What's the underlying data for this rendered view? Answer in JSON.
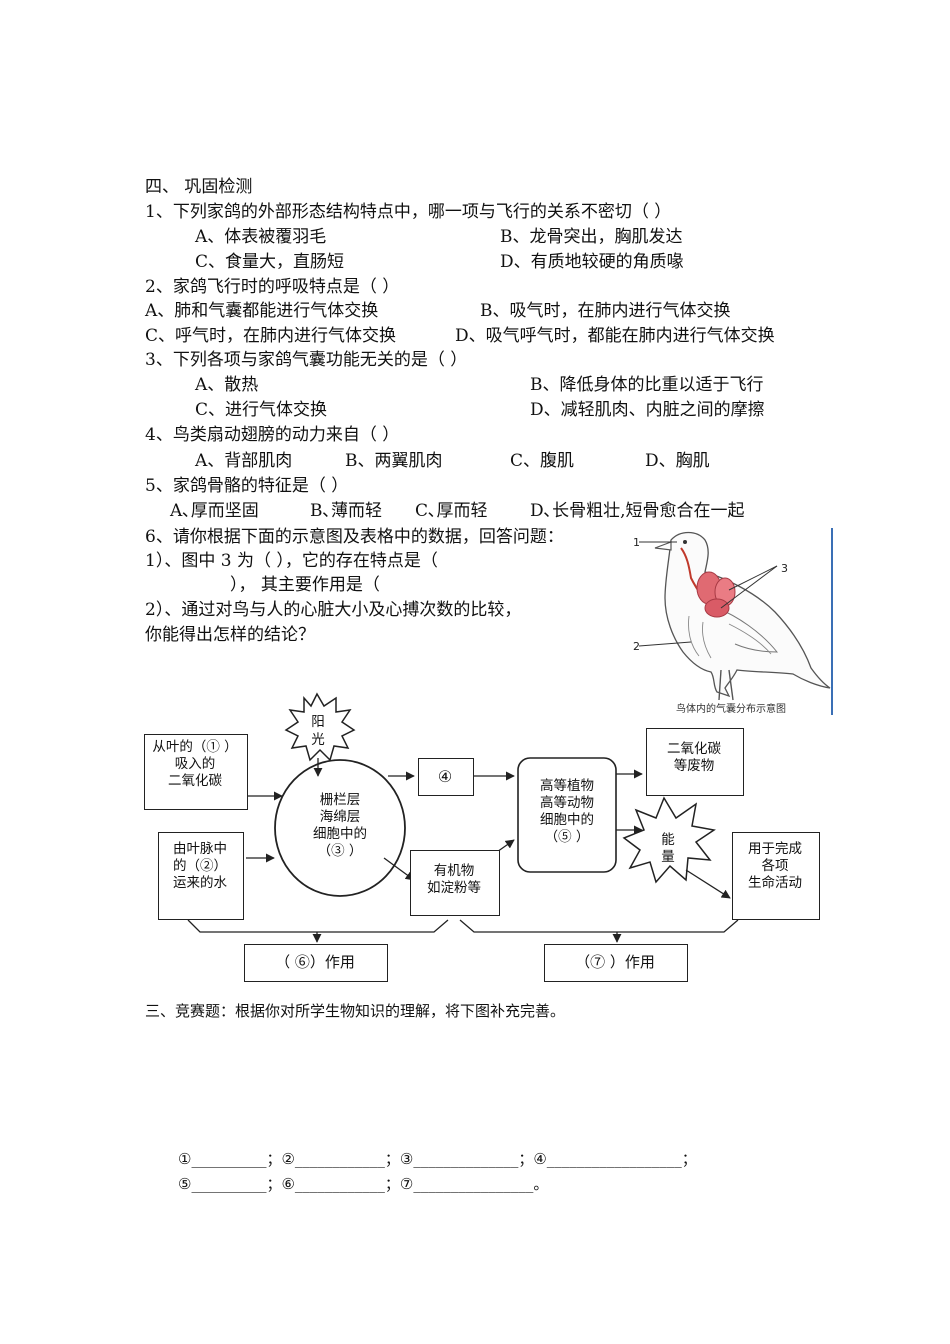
{
  "section4": {
    "heading": "四、  巩固检测",
    "q1": {
      "stem": "1、下列家鸽的外部形态结构特点中，哪一项与飞行的关系不密切（     ）",
      "a": "A、体表被覆羽毛",
      "b": "B、龙骨突出，胸肌发达",
      "c": "C、食量大，直肠短",
      "d": "D、有质地较硬的角质喙"
    },
    "q2": {
      "stem": "2、家鸽飞行时的呼吸特点是（      ）",
      "a": "A、肺和气囊都能进行气体交换",
      "b": "B、吸气时，在肺内进行气体交换",
      "c": "C、呼气时，在肺内进行气体交换",
      "d": "D、吸气呼气时，都能在肺内进行气体交换"
    },
    "q3": {
      "stem": "3、下列各项与家鸽气囊功能无关的是（        ）",
      "a": "A、散热",
      "b": "B、降低身体的比重以适于飞行",
      "c": "C、进行气体交换",
      "d": "D、减轻肌肉、内脏之间的摩擦"
    },
    "q4": {
      "stem": "4、鸟类扇动翅膀的动力来自（      ）",
      "a": "A、背部肌肉",
      "b": "B、两翼肌肉",
      "c": "C、腹肌",
      "d": "D、胸肌"
    },
    "q5": {
      "stem": "5、家鸽骨骼的特征是（      ）",
      "a": "A､厚而坚固",
      "b": "B､薄而轻",
      "c": "C､厚而轻",
      "d": "D､长骨粗壮,短骨愈合在一起"
    },
    "q6": {
      "stem": "6、请你根据下面的示意图及表格中的数据，回答问题：",
      "p1a": "1）、图中 3 为（          ），它的存在特点是（",
      "p1b": "）， 其主要作用是（",
      "p2a": "2）、通过对鸟与人的心脏大小及心搏次数的比较，",
      "p2b": "你能得出怎样的结论？"
    },
    "bird_figure": {
      "label1": "1",
      "label2": "2",
      "label3": "3",
      "caption": "鸟体内的气囊分布示意图"
    }
  },
  "flow": {
    "box_leaf_1": "从叶的（①  ）",
    "box_leaf_2": "吸入的",
    "box_leaf_3": "二氧化碳",
    "sun_1": "阳",
    "sun_2": "光",
    "box_vein_1": "由叶脉中",
    "box_vein_2": "的（②）",
    "box_vein_3": "运来的水",
    "oval_1": "栅栏层",
    "oval_2": "海绵层",
    "oval_3": "细胞中的",
    "oval_4": "（③     ）",
    "box4": "④",
    "box_organic_1": "有机物",
    "box_organic_2": "如淀粉等",
    "box_cell_1": "高等植物",
    "box_cell_2": "高等动物",
    "box_cell_3": "细胞中的",
    "box_cell_4": "（⑤     ）",
    "box_co2_1": "二氧化碳",
    "box_co2_2": "等废物",
    "energy_1": "能",
    "energy_2": "量",
    "box_life_1": "用于完成",
    "box_life_2": "各项",
    "box_life_3": "生命活动",
    "box6": "（   ⑥）作用",
    "box7": "（⑦   ）作用"
  },
  "section3": {
    "heading": "三、竞赛题：根据你对所学生物知识的理解，将下图补充完善。",
    "row1": "①__________；②____________；③______________；④__________________；",
    "row2": "⑤__________；⑥____________；⑦________________。"
  }
}
